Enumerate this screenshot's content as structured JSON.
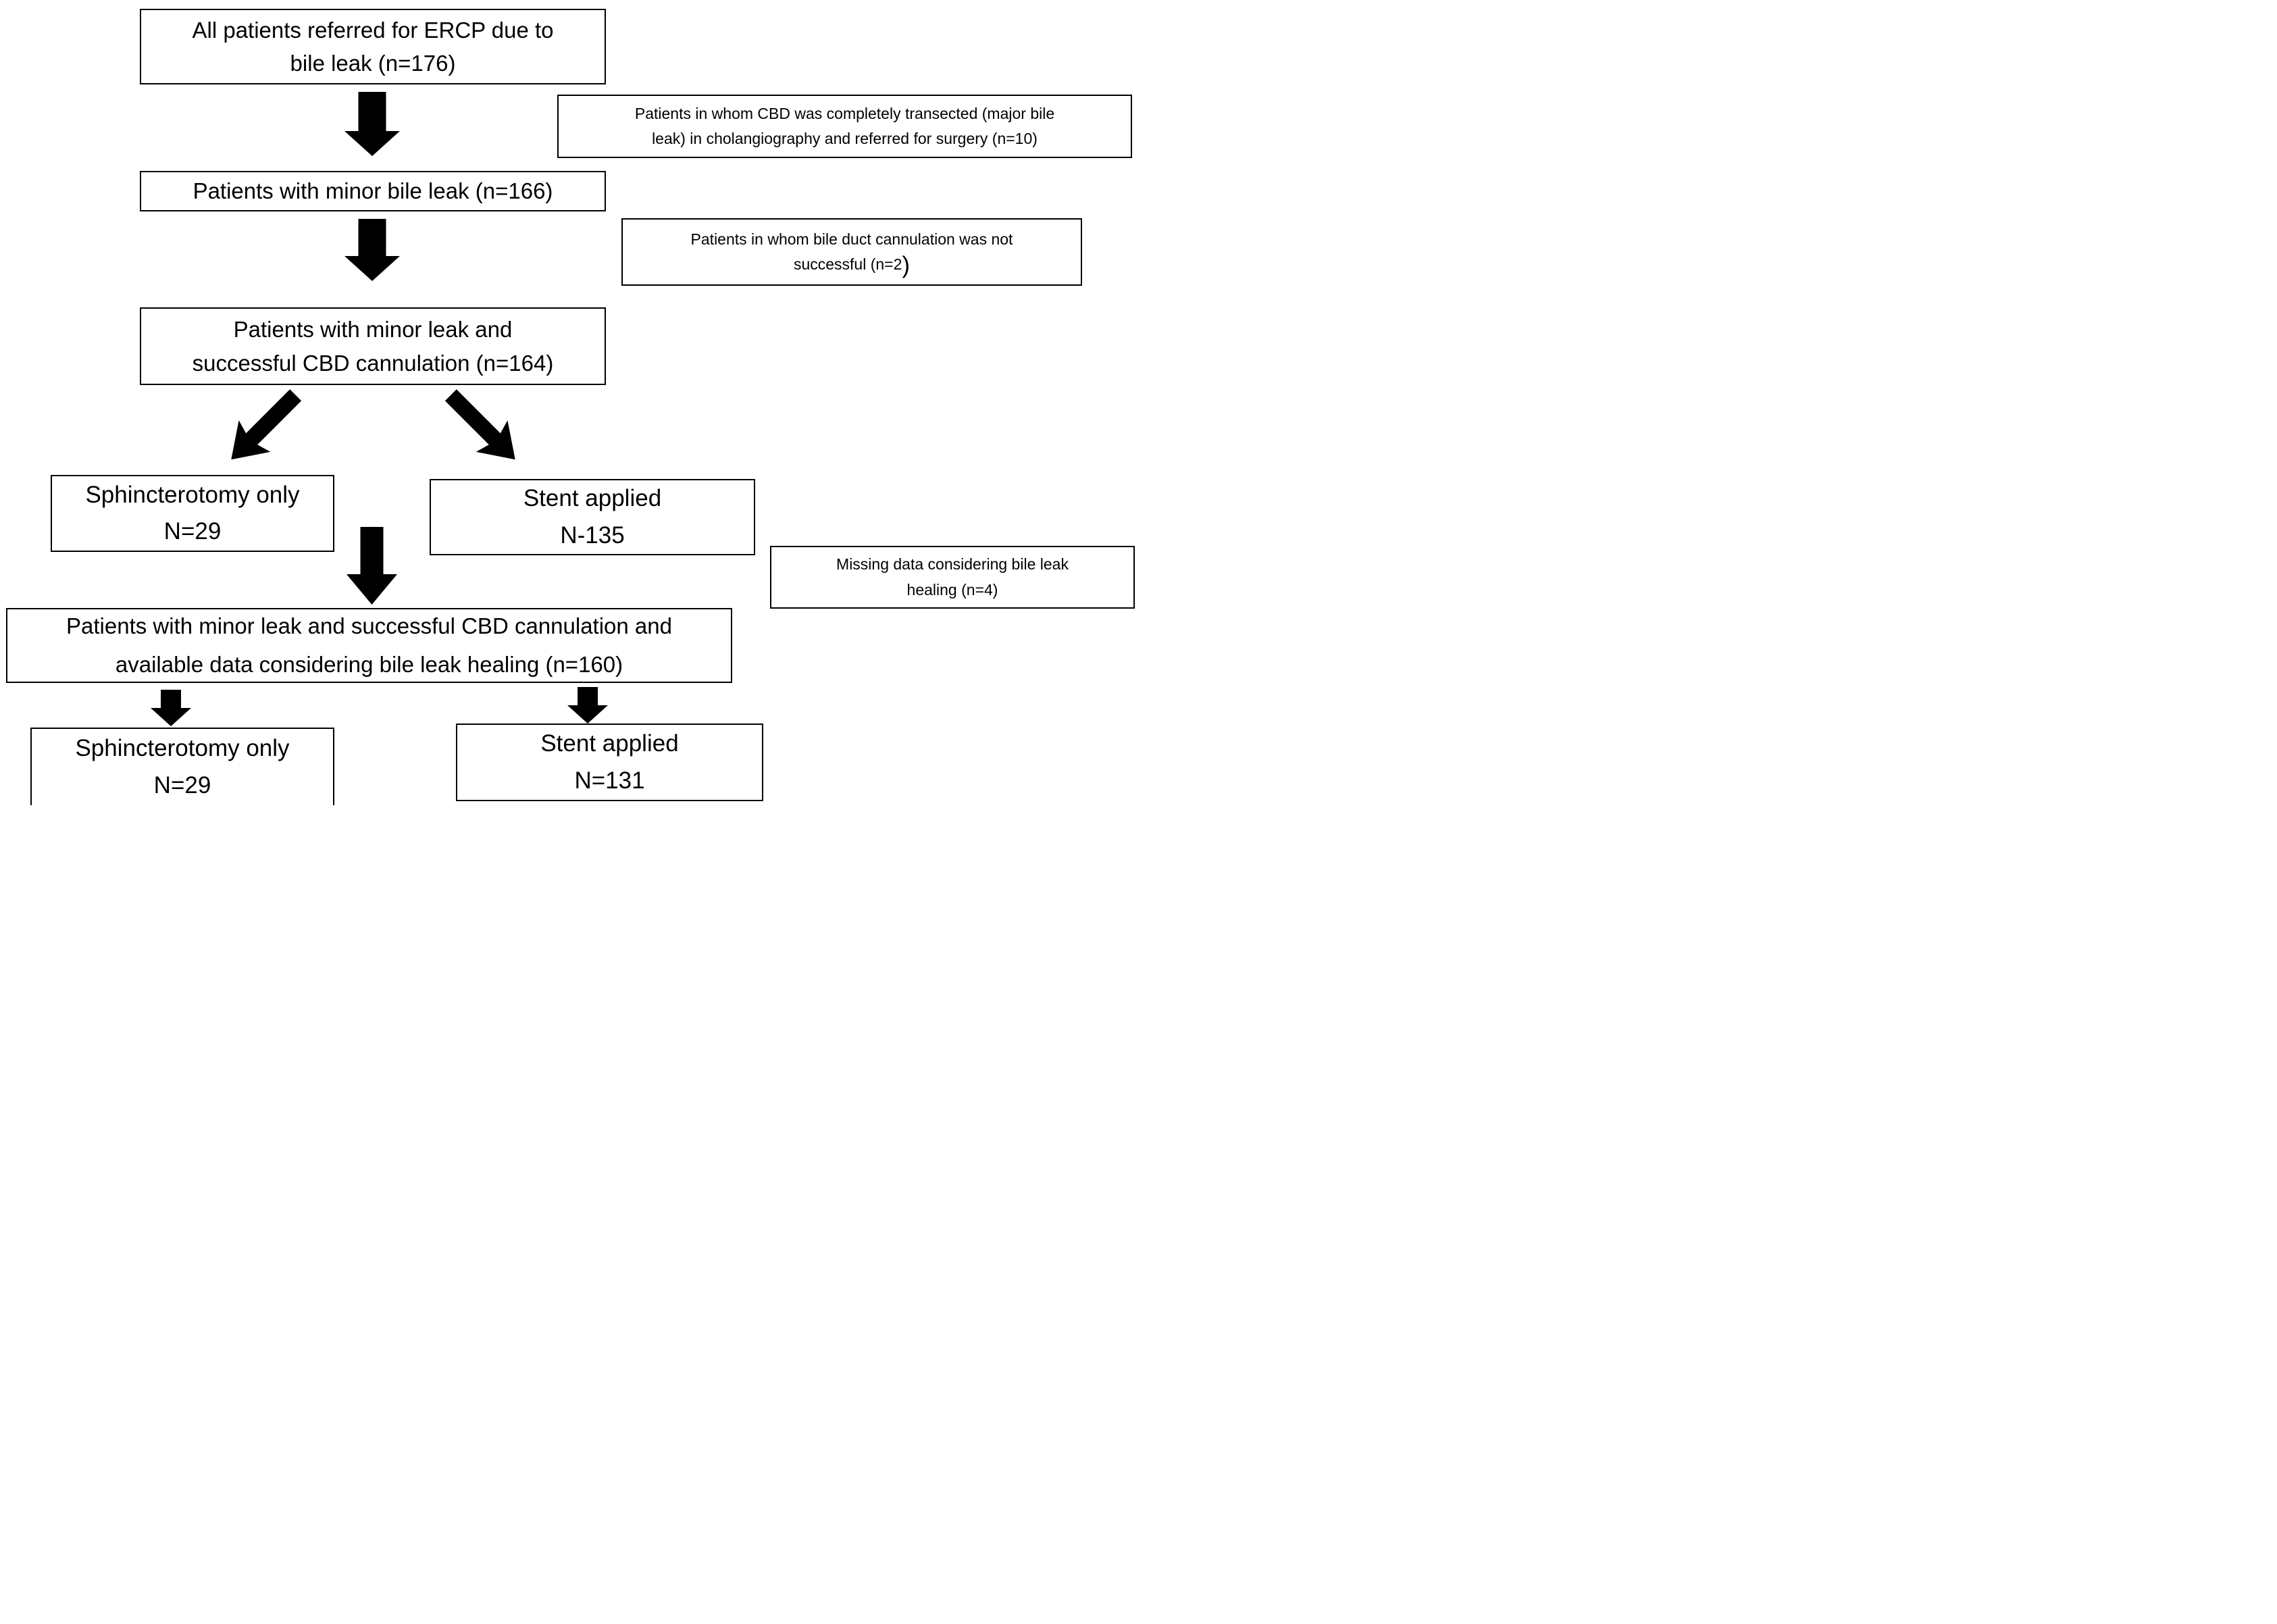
{
  "figure": {
    "type": "patient-flow-diagram"
  },
  "colors": {
    "ink": "#000000",
    "background": "#ffffff"
  },
  "nodes": {
    "referred": {
      "lines": [
        "All patients referred for ERCP due to",
        "bile leak (n=176)"
      ]
    },
    "excluded_major": {
      "lines": [
        "Patients in whom CBD was completely transected (major bile",
        "leak) in cholangiography and referred for surgery (n=10)"
      ]
    },
    "minor_leak": {
      "lines": [
        "Patients with minor bile leak (n=166)"
      ]
    },
    "excluded_cannulation": {
      "lines": [
        "Patients in whom bile duct cannulation was not",
        "successful (n=2"
      ],
      "big_paren": ")"
    },
    "cannulation_success": {
      "lines": [
        "Patients with minor leak and",
        "successful CBD cannulation (n=164)"
      ]
    },
    "sphincterotomy_only_1": {
      "lines": [
        "Sphincterotomy only",
        "N=29"
      ]
    },
    "stent_applied_1": {
      "lines": [
        "Stent applied",
        "N-135"
      ]
    },
    "missing_data": {
      "lines": [
        "Missing data considering bile leak",
        "healing (n=4)"
      ]
    },
    "final_cohort": {
      "lines": [
        "Patients with minor leak and successful CBD cannulation and",
        "available data considering bile leak healing (n=160)"
      ]
    },
    "sphincterotomy_only_2": {
      "lines": [
        "Sphincterotomy only",
        "N=29"
      ]
    },
    "stent_applied_2": {
      "lines": [
        "Stent applied",
        "N=131"
      ]
    }
  }
}
